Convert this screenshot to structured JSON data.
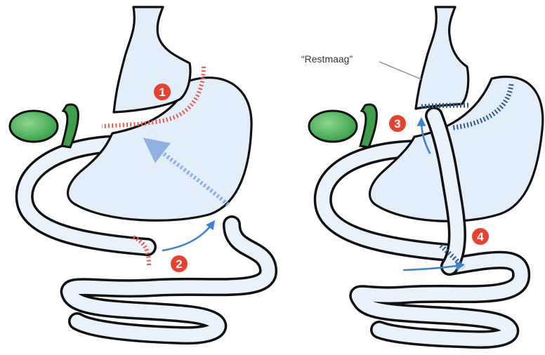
{
  "labels": {
    "restmaag": "“Restmaag”"
  },
  "markers": {
    "m1": "1",
    "m2": "2",
    "m3": "3",
    "m4": "4"
  },
  "colors": {
    "marker_fill": "#e8412d",
    "staple_red": "#e8584a",
    "staple_blue": "#2e5a8a",
    "flow_arrow": "#3b82d8",
    "organ_fill": "#e3eefb",
    "gallbladder": "#4caf50"
  }
}
